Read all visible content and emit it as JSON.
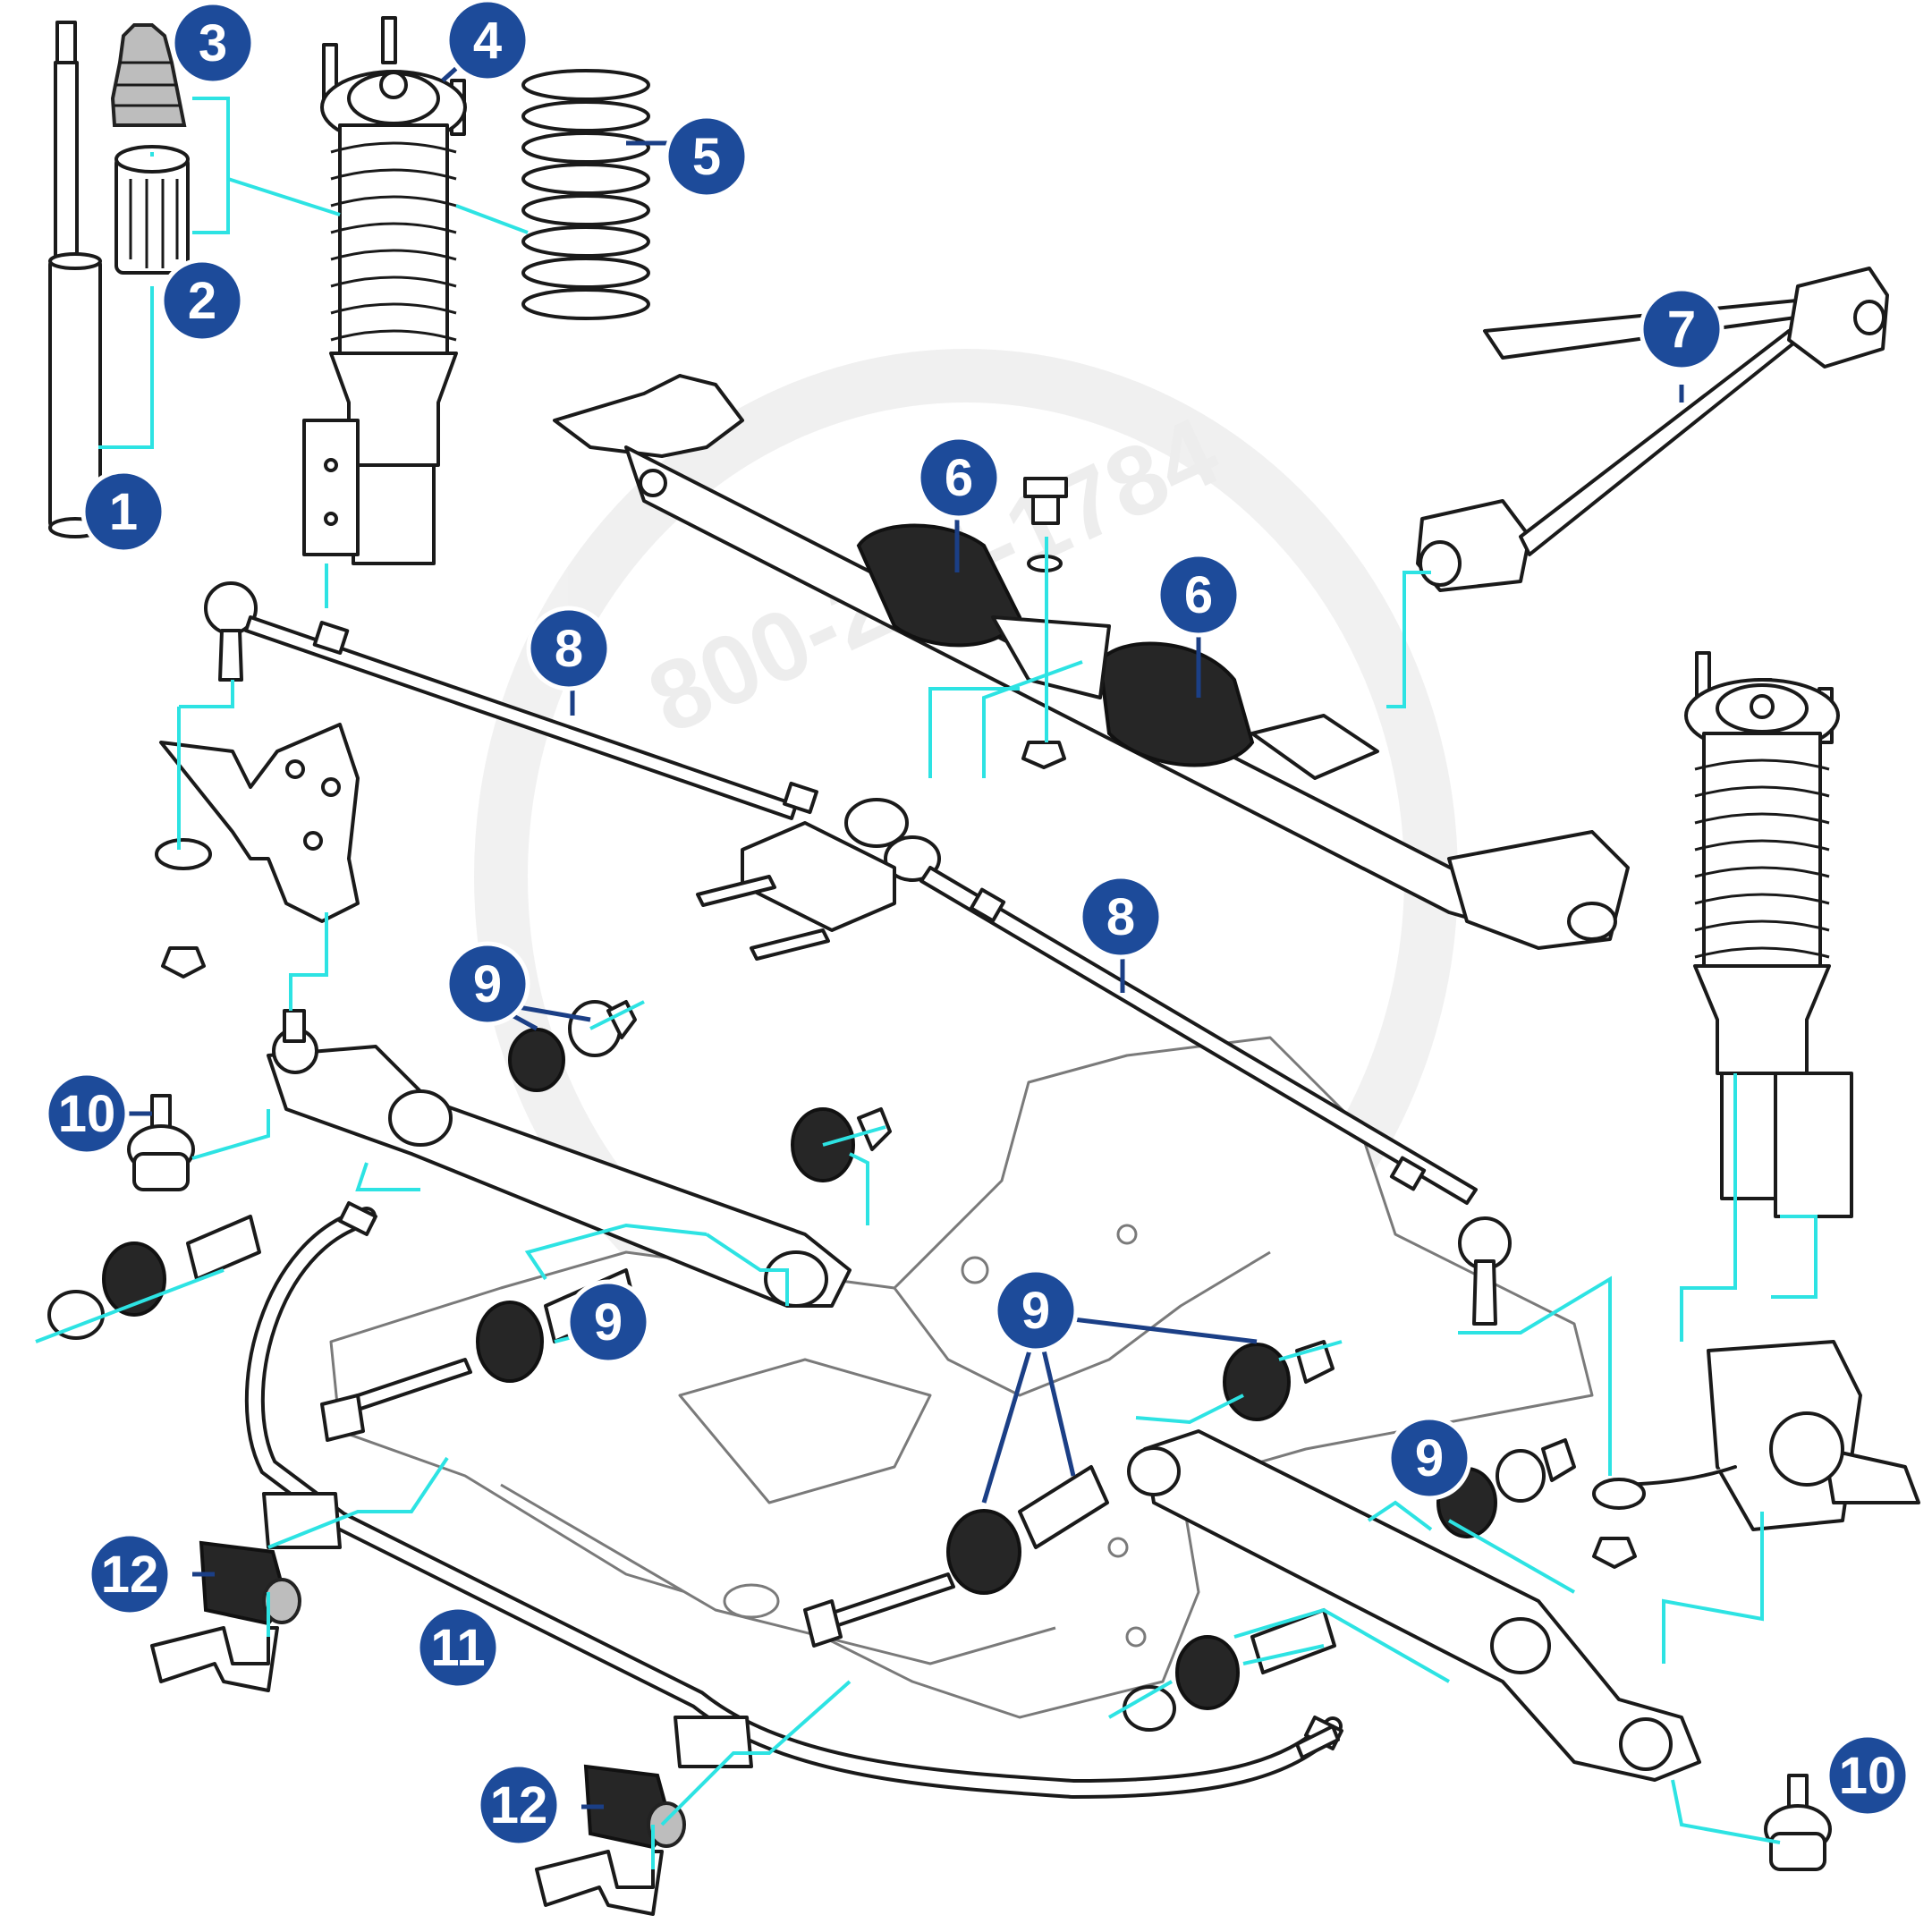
{
  "diagram": {
    "watermark": "800-234-1784",
    "accent_color": "#1d4b9a",
    "leader_color": "#2de3e3",
    "callouts": [
      {
        "label": "1"
      },
      {
        "label": "2"
      },
      {
        "label": "3"
      },
      {
        "label": "4"
      },
      {
        "label": "5"
      },
      {
        "label": "6"
      },
      {
        "label": "6"
      },
      {
        "label": "7"
      },
      {
        "label": "8"
      },
      {
        "label": "8"
      },
      {
        "label": "9"
      },
      {
        "label": "9"
      },
      {
        "label": "9"
      },
      {
        "label": "9"
      },
      {
        "label": "10"
      },
      {
        "label": "10"
      },
      {
        "label": "11"
      },
      {
        "label": "12"
      },
      {
        "label": "12"
      }
    ]
  }
}
